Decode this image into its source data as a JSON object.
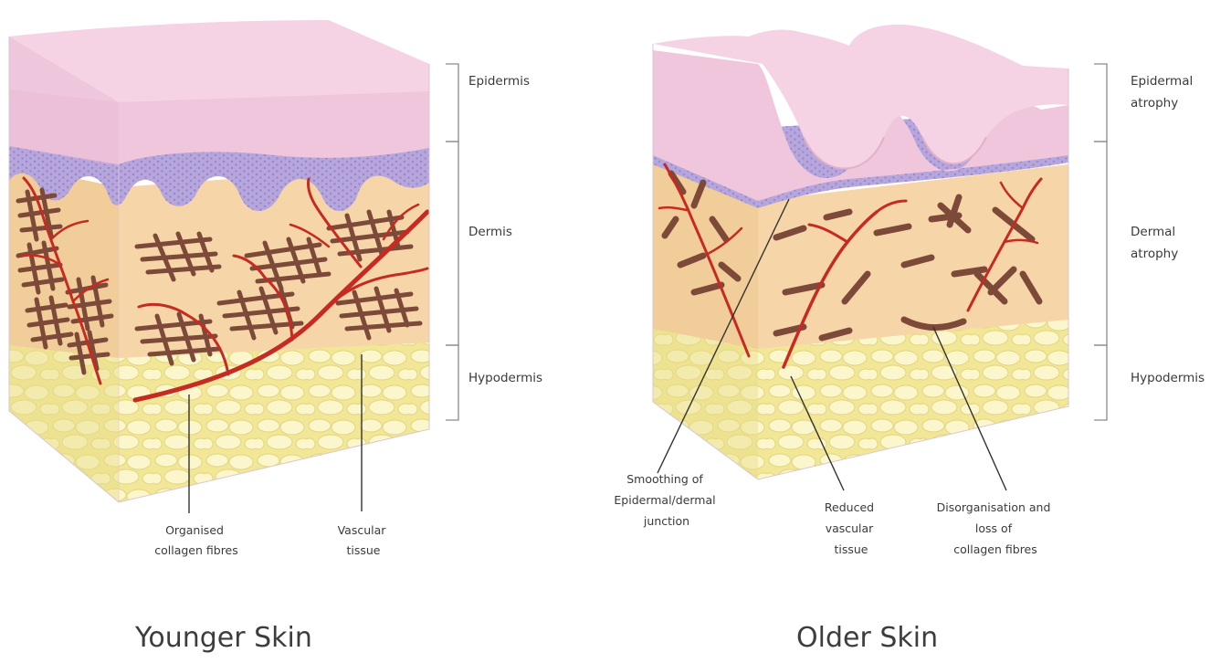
{
  "panels": [
    {
      "title": "Younger Skin",
      "layers": [
        "Epidermis",
        "Dermis",
        "Hypodermis"
      ],
      "callouts": [
        [
          "Organised",
          "collagen fibres"
        ],
        [
          "Vascular",
          "tissue"
        ]
      ]
    },
    {
      "title": "Older Skin",
      "layers": [
        [
          "Epidermal",
          "atrophy"
        ],
        [
          "Dermal",
          "atrophy"
        ],
        [
          "Hypodermis"
        ]
      ],
      "callouts": [
        [
          "Smoothing of",
          "Epidermal/dermal",
          "junction"
        ],
        [
          "Reduced",
          "vascular",
          "tissue"
        ],
        [
          "Disorganisation and",
          "loss of",
          "collagen fibres"
        ]
      ]
    }
  ],
  "colors": {
    "epidermis_top": "#f5d3e4",
    "epidermis_side": "#f0c4dc",
    "basal_layer": "#b6a6dc",
    "basal_dots": "#7a6cc0",
    "dermis": "#f6d6a8",
    "dermis_side": "#efc690",
    "hypodermis": "#f4eca6",
    "fat_cells": "#fbf6cc",
    "collagen": "#7d4a3a",
    "vessel": "#c62a22"
  }
}
